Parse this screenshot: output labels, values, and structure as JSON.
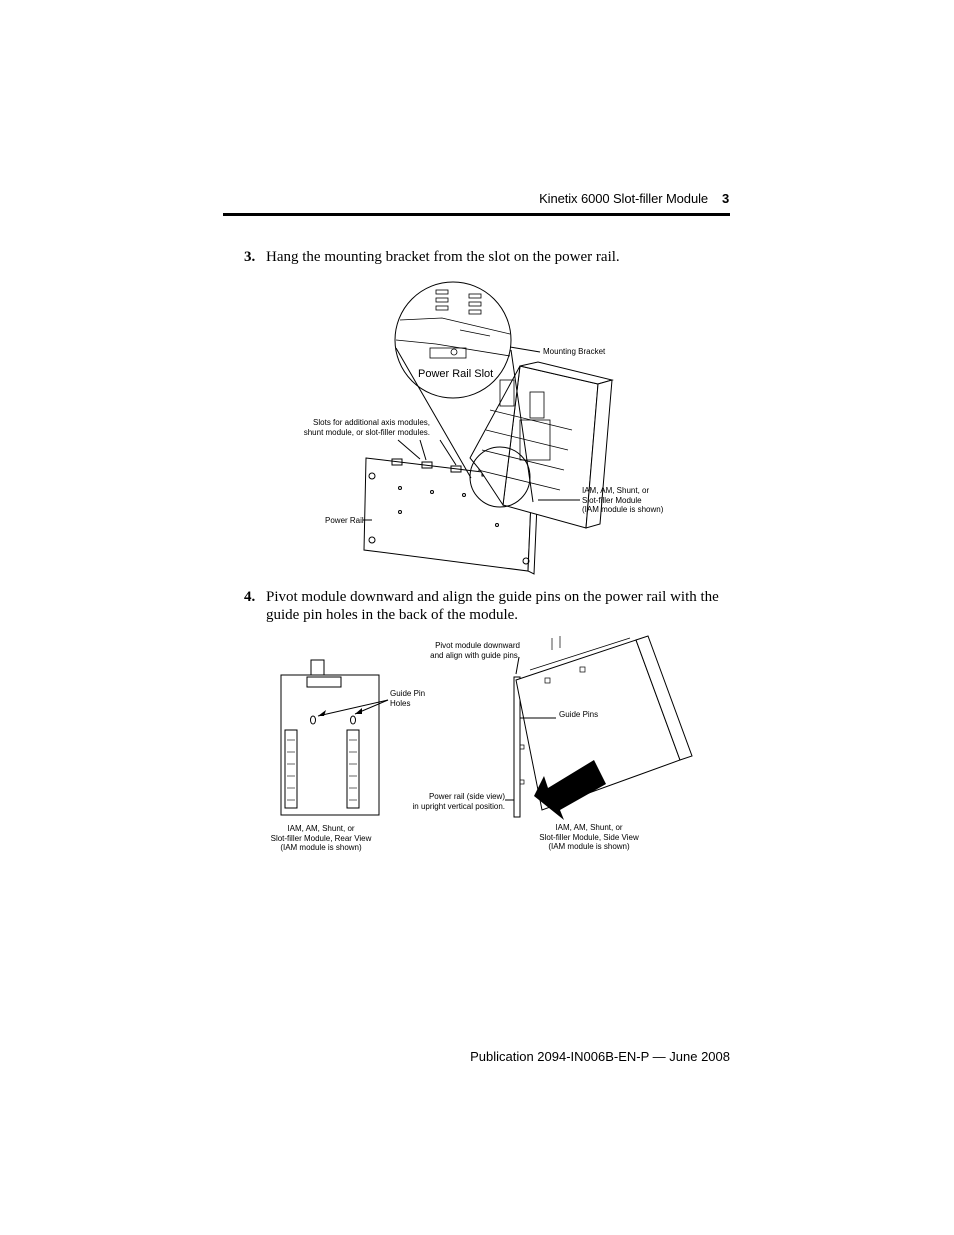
{
  "header": {
    "title": "Kinetix 6000 Slot-filler Module",
    "page_number": "3"
  },
  "steps": [
    {
      "number": "3.",
      "text": "Hang the mounting bracket from the slot on the power rail."
    },
    {
      "number": "4.",
      "text": "Pivot module downward and align the guide pins on the power rail with the guide pin holes in the back of the module."
    }
  ],
  "figure1": {
    "callout_power_rail_slot": "Power Rail Slot",
    "label_mounting_bracket": "Mounting Bracket",
    "label_slots": "Slots for additional axis modules,\nshunt module, or slot-filler modules.",
    "label_power_rail": "Power Rail",
    "label_module": "IAM, AM, Shunt, or\nSlot-filler Module\n(IAM module is shown)"
  },
  "figure2": {
    "label_pivot": "Pivot module downward\nand align with guide pins.",
    "label_guide_pin_holes": "Guide Pin\nHoles",
    "label_guide_pins": "Guide Pins",
    "label_power_rail_side": "Power rail (side view)\nin upright vertical position.",
    "label_rear_view": "IAM, AM, Shunt, or\nSlot-filler Module, Rear View\n(IAM module is shown)",
    "label_side_view": "IAM, AM, Shunt, or\nSlot-filler Module, Side View\n(IAM module is shown)"
  },
  "footer": {
    "publication": "Publication 2094-IN006B-EN-P — June 2008"
  }
}
